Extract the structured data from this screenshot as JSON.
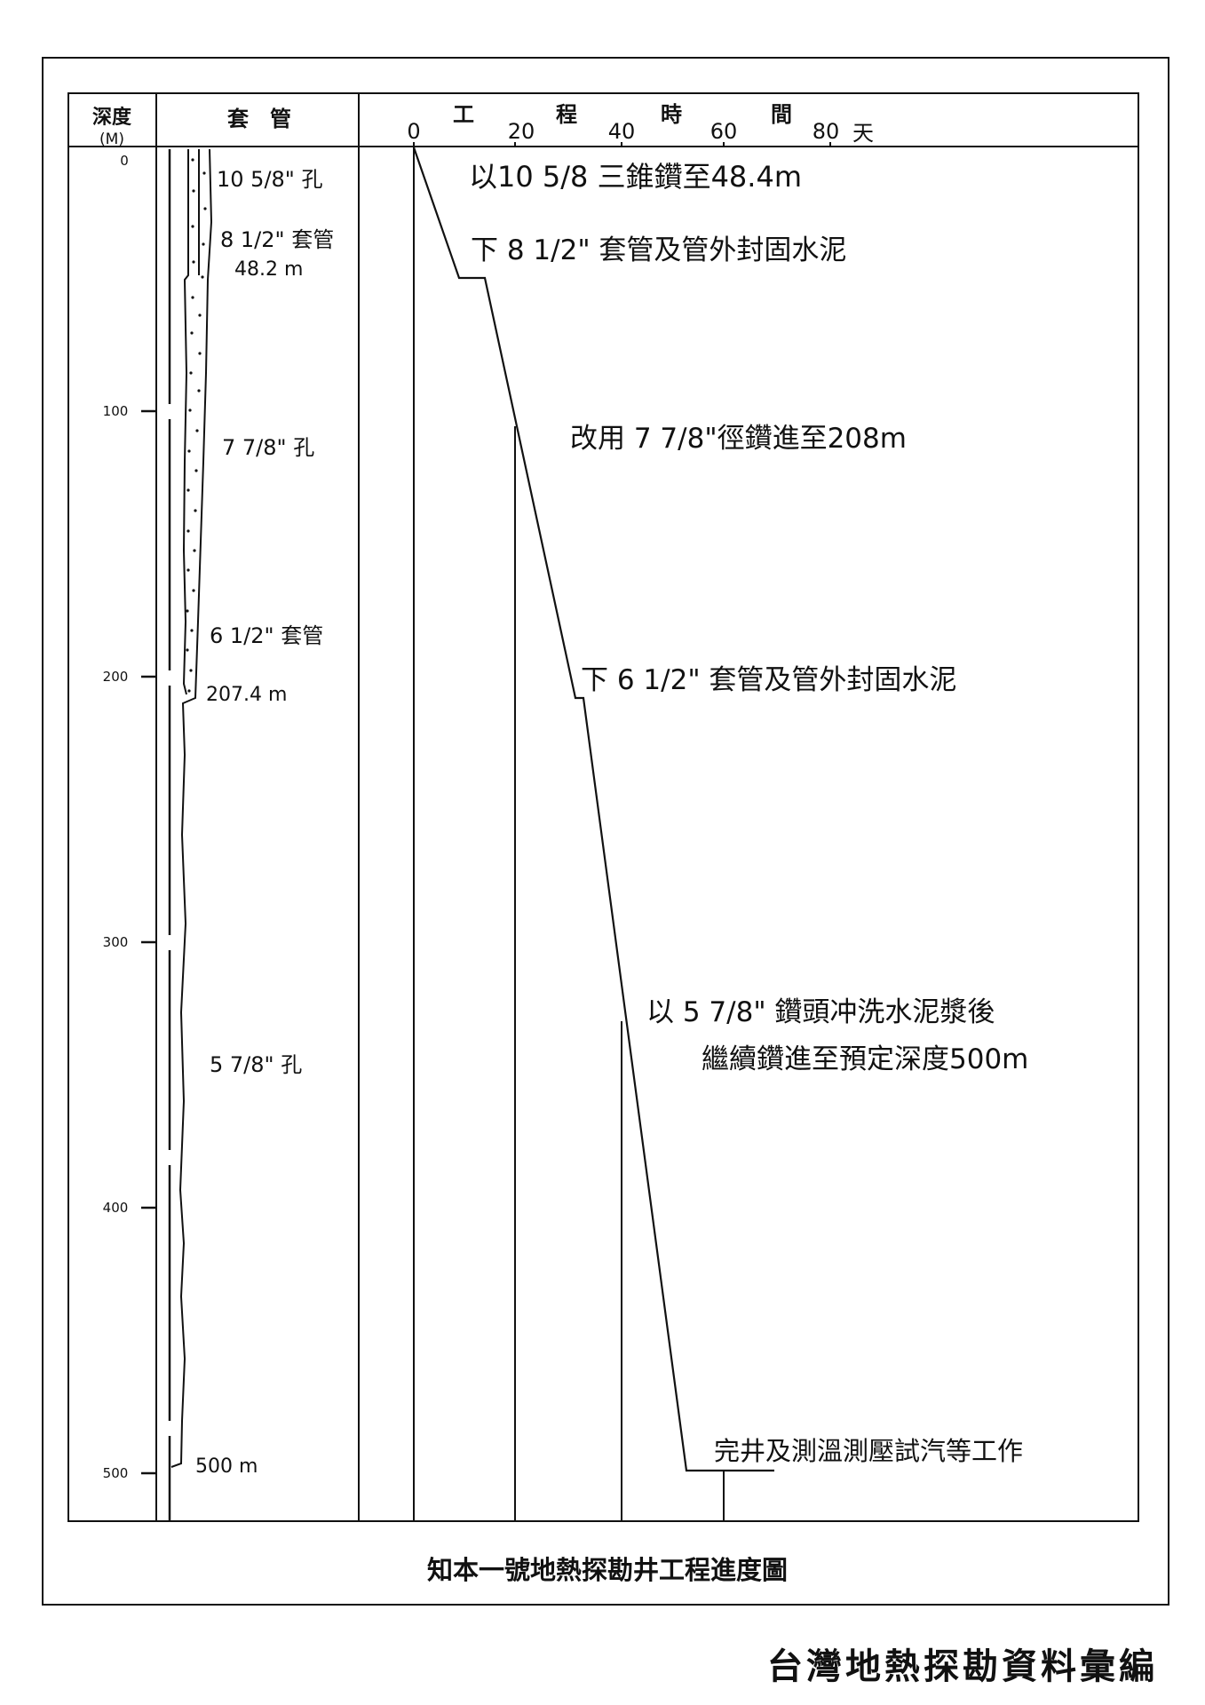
{
  "header": {
    "depth_label": "深度",
    "depth_unit": "(M)",
    "casing_label": "套　管",
    "time_label_chars": [
      "工",
      "程",
      "時",
      "間"
    ],
    "time_ticks": [
      "0",
      "20",
      "40",
      "60",
      "80"
    ],
    "time_unit": "天"
  },
  "depth_ticks": [
    "0",
    "100",
    "200",
    "300",
    "400",
    "500"
  ],
  "well_labels": {
    "hole_top": "10 5/8\" 孔",
    "casing_top": "8 1/2\" 套管",
    "casing_top_depth": "48.2 m",
    "hole_mid": "7 7/8\" 孔",
    "casing_mid": "6 1/2\" 套管",
    "casing_mid_depth": "207.4 m",
    "hole_bottom": "5 7/8\" 孔",
    "total_depth": "500 m"
  },
  "progress_notes": [
    "以10 5/8 三錐鑽至48.4m",
    "下 8 1/2\" 套管及管外封固水泥",
    "改用 7 7/8\"徑鑽進至208m",
    "下 6 1/2\" 套管及管外封固水泥",
    "以 5 7/8\" 鑽頭冲洗水泥漿後",
    "繼續鑽進至預定深度500m",
    "完井及測溫測壓試汽等工作"
  ],
  "caption": "知本一號地熱探勘井工程進度圖",
  "publication": "台灣地熱探勘資料彙編"
}
